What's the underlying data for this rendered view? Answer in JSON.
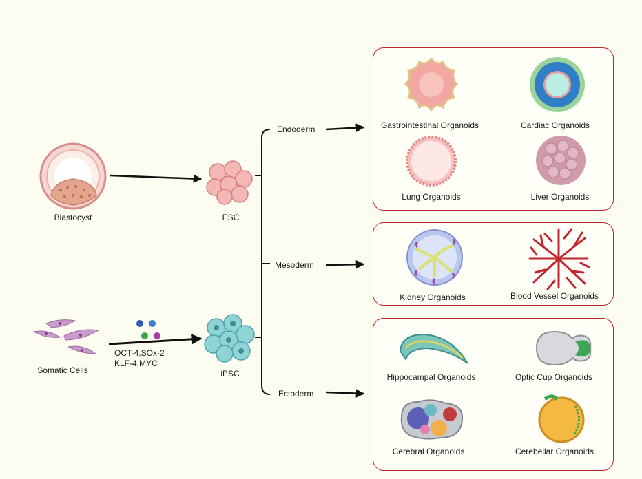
{
  "sources": {
    "blastocyst": "Blastocyst",
    "somatic_cells": "Somatic Cells",
    "factors_line1": "OCT-4,SOx-2",
    "factors_line2": "KLF-4,MYC"
  },
  "stem_cells": {
    "esc": "ESC",
    "ipsc": "iPSC"
  },
  "germ_layers": {
    "endoderm": "Endoderm",
    "mesoderm": "Mesoderm",
    "ectoderm": "Ectoderm"
  },
  "organoids": {
    "endoderm": [
      "Gastrointestinal Organoids",
      "Cardiac Organoids",
      "Lung Organoids",
      "Liver Organoids"
    ],
    "mesoderm": [
      "Kidney Organoids",
      "Blood Vessel Organoids"
    ],
    "ectoderm": [
      "Hippocampal Organoids",
      "Optic Cup Organoids",
      "Cerebral Organoids",
      "Cerebellar Organoids"
    ]
  },
  "colors": {
    "box_border": "#c0262d",
    "arrow": "#111111",
    "background": "#fdfcf1"
  }
}
